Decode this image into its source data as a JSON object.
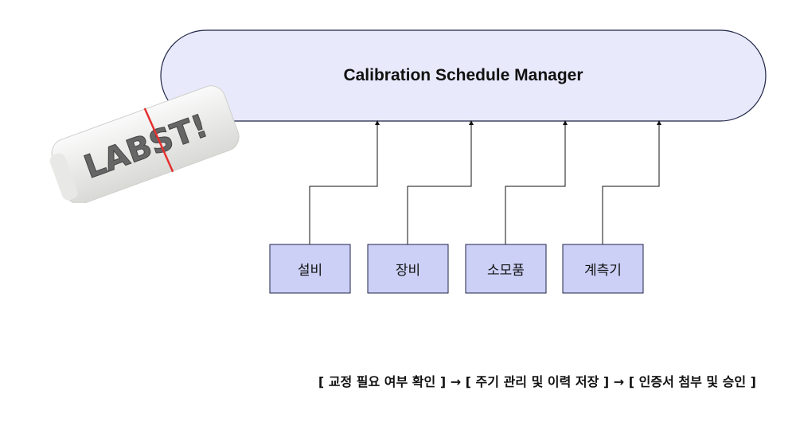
{
  "diagram": {
    "title": "Calibration Schedule Manager",
    "logo_text": "LABST!",
    "sources": [
      {
        "label": "설비"
      },
      {
        "label": "장비"
      },
      {
        "label": "소모품"
      },
      {
        "label": "계측기"
      }
    ],
    "flow_text": "[ 교정 필요 여부 확인 ] → [ 주기 관리 및 이력 저장 ] → [ 인증서 첨부 및 승인 ]",
    "colors": {
      "pill_fill": "#e8e9fb",
      "box_fill": "#ccd0f6",
      "stroke": "#1f2545"
    }
  }
}
